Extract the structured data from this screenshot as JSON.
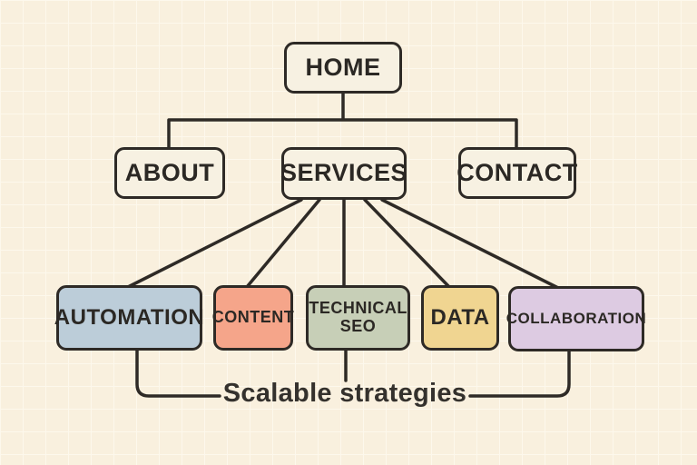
{
  "canvas": {
    "background": "#f9f0de",
    "grid_color": "#fdf8ec",
    "line_color": "#2e2a26",
    "text_color": "#2b2824"
  },
  "diagram": {
    "type": "sitemap-flowchart",
    "nodes": [
      {
        "id": "home",
        "label": "HOME",
        "fill": "#f7f1e2"
      },
      {
        "id": "about",
        "label": "ABOUT",
        "fill": "#f7f1e2"
      },
      {
        "id": "services",
        "label": "SERVICES",
        "fill": "#f7f1e2"
      },
      {
        "id": "contact",
        "label": "CONTACT",
        "fill": "#f7f1e2"
      },
      {
        "id": "automation",
        "label": "AUTOMATION",
        "fill": "#bccdd9"
      },
      {
        "id": "content",
        "label": "CONTENT",
        "fill": "#f5a58a"
      },
      {
        "id": "technical-seo",
        "label": "TECHNICAL SEO",
        "fill": "#c7cfb7"
      },
      {
        "id": "data",
        "label": "DATA",
        "fill": "#f0d591"
      },
      {
        "id": "collaboration",
        "label": "COLLABORATION",
        "fill": "#ddcbe2"
      }
    ],
    "edges": [
      {
        "from": "home",
        "to": "about"
      },
      {
        "from": "home",
        "to": "services"
      },
      {
        "from": "home",
        "to": "contact"
      },
      {
        "from": "services",
        "to": "automation"
      },
      {
        "from": "services",
        "to": "content"
      },
      {
        "from": "services",
        "to": "technical-seo"
      },
      {
        "from": "services",
        "to": "data"
      },
      {
        "from": "services",
        "to": "collaboration"
      },
      {
        "from": "automation",
        "to": "caption"
      },
      {
        "from": "technical-seo",
        "to": "caption"
      },
      {
        "from": "collaboration",
        "to": "caption"
      }
    ],
    "caption": "Scalable strategies"
  }
}
